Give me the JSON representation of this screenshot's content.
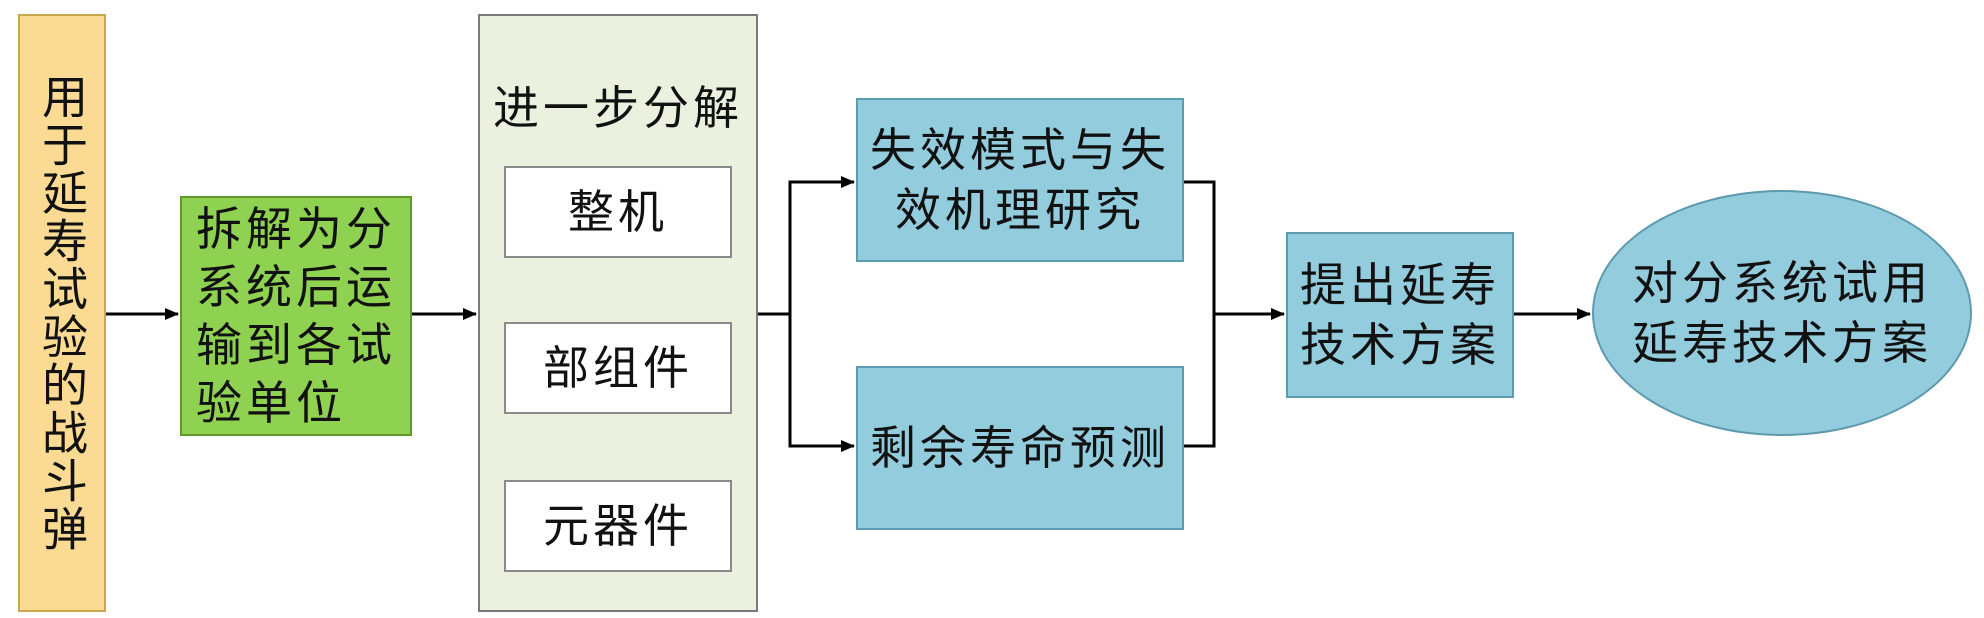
{
  "nodes": {
    "warhead": "用于延寿试验的战斗弹",
    "disassemble": "拆解为分系统后运输到各试验单位",
    "decompose_title": "进一步分解",
    "decompose_items": [
      "整机",
      "部组件",
      "元器件"
    ],
    "failure": "失效模式与失效机理研究",
    "remaining": "剩余寿命预测",
    "propose": "提出延寿技术方案",
    "final": "对分系统试用延寿技术方案"
  },
  "colors": {
    "warhead": "#fbdb93",
    "disassemble": "#8fd150",
    "decompose": "#ebf1de",
    "blue_boxes": "#93cddd"
  }
}
